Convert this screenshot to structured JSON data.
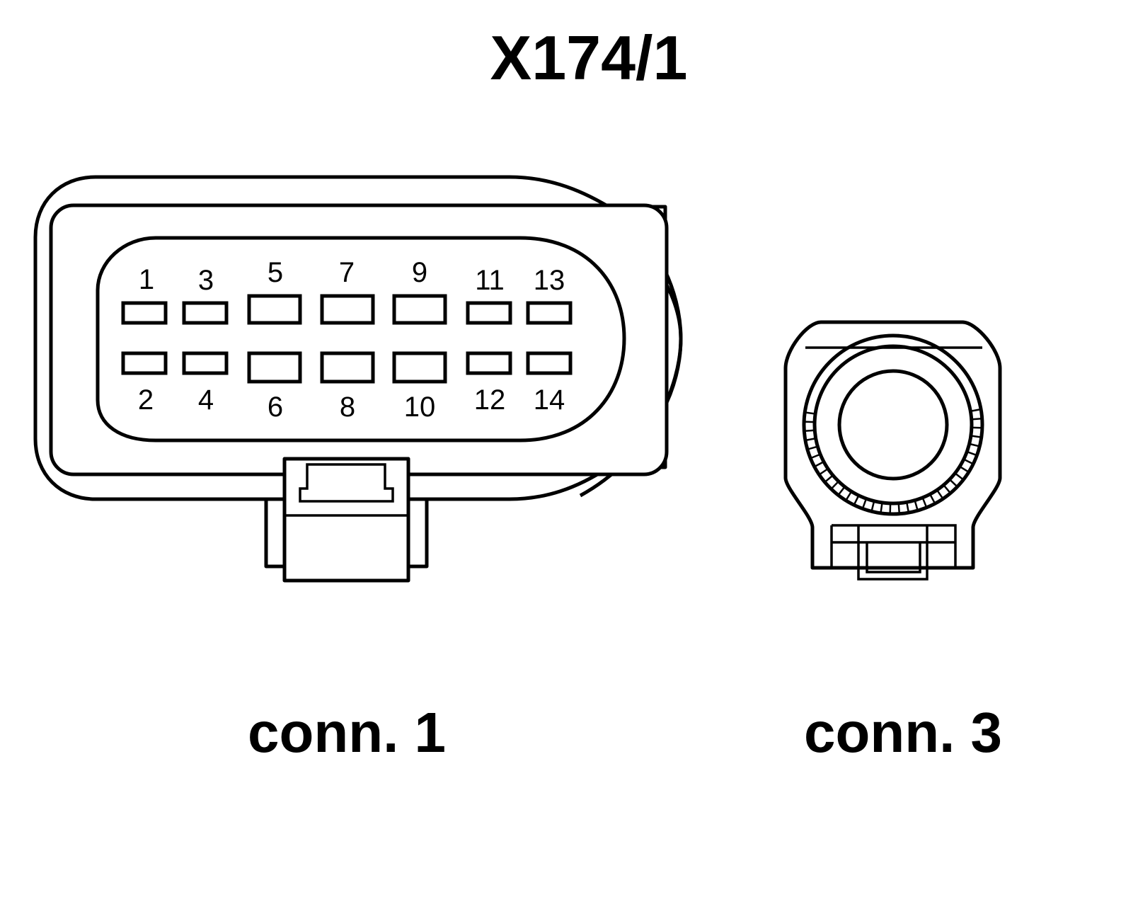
{
  "title": "X174/1",
  "connectors": [
    {
      "label": "conn. 1",
      "pins_top": [
        "1",
        "3",
        "5",
        "7",
        "9",
        "11",
        "13"
      ],
      "pins_bottom": [
        "2",
        "4",
        "6",
        "8",
        "10",
        "12",
        "14"
      ]
    },
    {
      "label": "conn. 3"
    }
  ]
}
